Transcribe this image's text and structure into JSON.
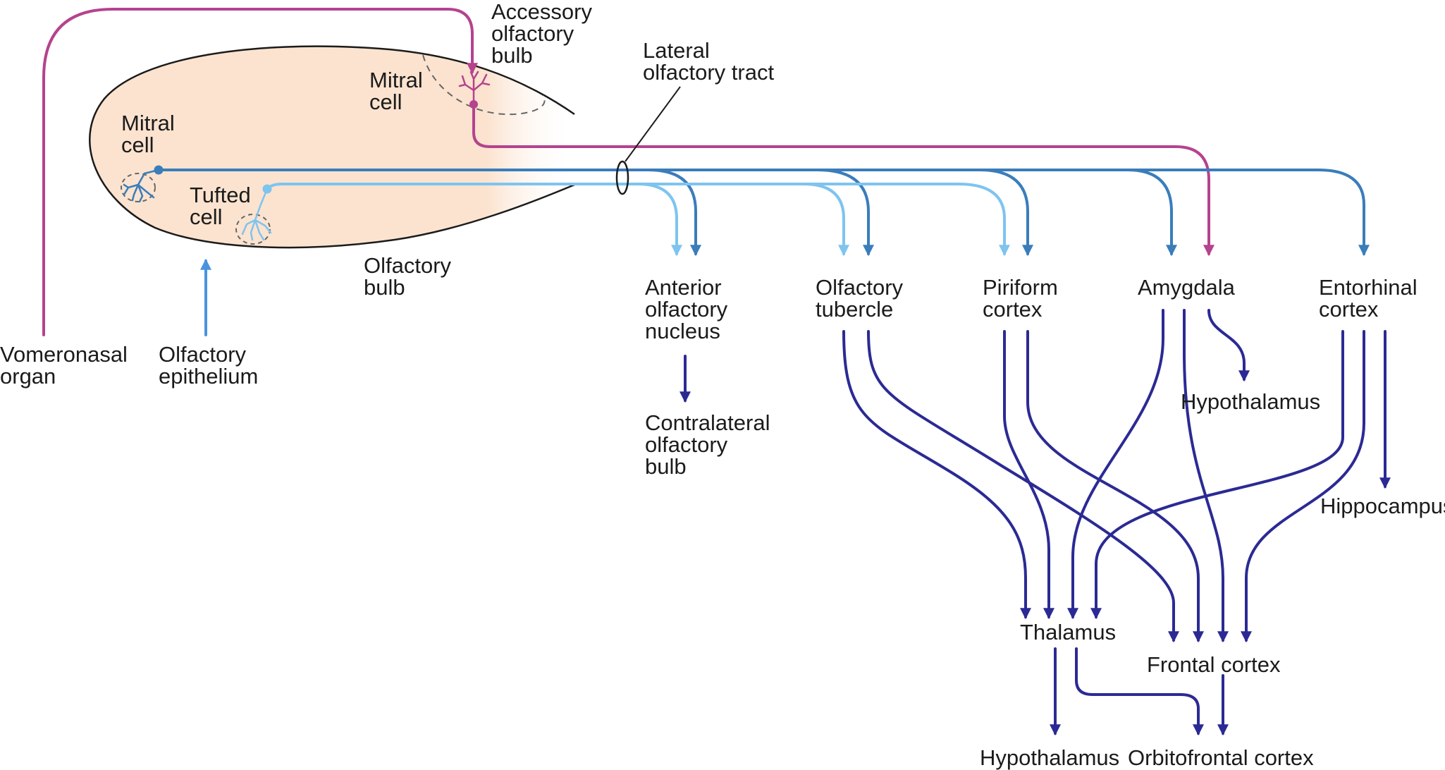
{
  "colors": {
    "magenta": "#b5438e",
    "mitral_blue": "#3a7dbb",
    "tufted_light": "#7ec4ef",
    "navy": "#2b2a94",
    "epithelium_blue": "#4a93e0",
    "bulb_fill": "#fbe3cf",
    "outline": "#1b1b1b",
    "dashed": "#666666"
  },
  "icons": [
    "mitral-cell-icon",
    "tufted-cell-icon",
    "accessory-mitral-cell-icon",
    "lateral-tract-ring-icon"
  ],
  "labels": {
    "accessory_bulb": [
      "Accessory",
      "olfactory",
      "bulb"
    ],
    "lateral_tract": [
      "Lateral",
      "olfactory tract"
    ],
    "mitral_accessory": [
      "Mitral",
      "cell"
    ],
    "mitral_main": [
      "Mitral",
      "cell"
    ],
    "tufted": [
      "Tufted",
      "cell"
    ],
    "olfactory_bulb": [
      "Olfactory",
      "bulb"
    ],
    "vomeronasal": [
      "Vomeronasal",
      "organ"
    ],
    "epithelium": [
      "Olfactory",
      "epithelium"
    ],
    "anterior_nucleus": [
      "Anterior",
      "olfactory",
      "nucleus"
    ],
    "contralateral": [
      "Contralateral",
      "olfactory",
      "bulb"
    ],
    "tubercle": [
      "Olfactory",
      "tubercle"
    ],
    "piriform": [
      "Piriform",
      "cortex"
    ],
    "amygdala": "Amygdala",
    "entorhinal": [
      "Entorhinal",
      "cortex"
    ],
    "hypothalamus_top": "Hypothalamus",
    "hippocampus": "Hippocampus",
    "thalamus": "Thalamus",
    "frontal": "Frontal cortex",
    "hypothalamus_bottom": "Hypothalamus",
    "orbitofrontal": "Orbitofrontal cortex"
  }
}
